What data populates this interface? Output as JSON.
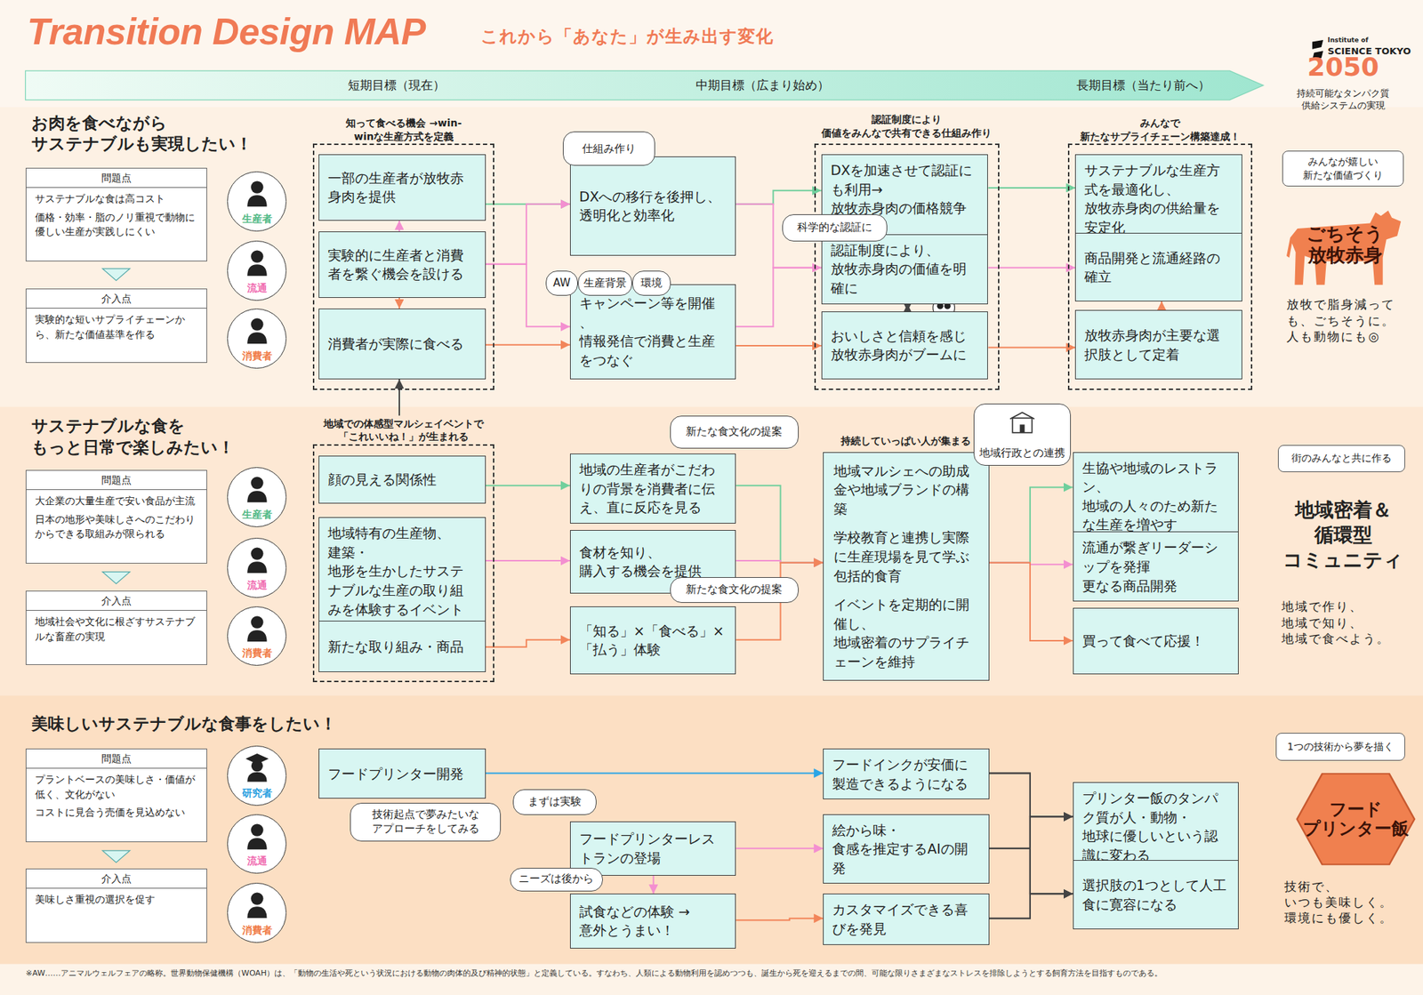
{
  "diagram": {
    "title": "Transition Design MAP",
    "caption": "※AW……アニマルウェルフェアの略称。世界動物保健機構（WOAH）は、「動物の生活や死という状況における動物の肉体的及び精神的状態」と定義している。すなわち、人類による動物利用を認めつつも、誕生から死を迎えるまでの間、可能な限りさまざまなストレスを排除しようとする飼育方法を目指すものである。",
    "nodes": [
      {
        "text": [
          "問題点",
          "サステナブルな食は高コスト",
          "価格・効率・脂のノリ重視で動物に優しい生産が実践しにくい"
        ]
      },
      {
        "text": [
          "介入点",
          "実験的な短いサプライチェーンから、新たな価値基準を作る"
        ]
      },
      {
        "text": [
          "生産者"
        ]
      },
      {
        "text": [
          "流通"
        ]
      },
      {
        "text": [
          "消費者"
        ]
      },
      {
        "text": [
          "知って食べる機会 →win-winな生産方式を定義"
        ]
      },
      {
        "text": [
          "一部の生産者が放牧赤身肉を提供"
        ],
        "in": 5
      },
      {
        "text": [
          "実験的に生産者と消費者を繋ぐ機会を設ける"
        ],
        "in": 5
      },
      {
        "text": [
          "消費者が実際に食べる"
        ],
        "in": 5
      },
      {
        "text": [
          "仕組み作り"
        ]
      },
      {
        "text": [
          "DXへの移行を後押し、透明化と効率化"
        ]
      },
      {
        "text": [
          "AW"
        ]
      },
      {
        "text": [
          "生産背景"
        ]
      },
      {
        "text": [
          "環境"
        ]
      },
      {
        "text": [
          "キャンペーン等を開催、情報発信で消費と生産をつなぐ"
        ]
      },
      {
        "text": [
          "認証制度により 価値をみんなで共有できる仕組み作り"
        ]
      },
      {
        "text": [
          "DXを加速させて認証にも利用→放牧赤身肉の価格競争力UP"
        ],
        "in": 15
      },
      {
        "text": [
          "認証制度により、放牧赤身肉の価値を明確に"
        ],
        "in": 15
      },
      {
        "text": [
          "おいしさと信頼を感じ放牧赤身肉がブームに"
        ],
        "in": 15
      },
      {
        "text": [
          "科学的な認証に"
        ]
      },
      {
        "text": [
          "みんなで 新たなサプライチェーン構築達成！"
        ]
      },
      {
        "text": [
          "サステナブルな生産方式を最適化し、放牧赤身肉の供給量を安定化"
        ],
        "in": 20
      },
      {
        "text": [
          "商品開発と流通経路の確立"
        ],
        "in": 20
      },
      {
        "text": [
          "放牧赤身肉が主要な選択肢として定着"
        ],
        "in": 20
      },
      {
        "text": [
          "みんなが嬉しい 新たな価値づくり"
        ]
      },
      {
        "text": [
          "ごちそう 放牧赤身"
        ]
      },
      {
        "text": [
          "問題点",
          "大企業の大量生産で安い食品が主流",
          "日本の地形や美味しさへのこだわりからできる取組みが限られる"
        ]
      },
      {
        "text": [
          "介入点",
          "地域社会や文化に根ざすサステナブルな畜産の実現"
        ]
      },
      {
        "text": [
          "生産者"
        ]
      },
      {
        "text": [
          "流通"
        ]
      },
      {
        "text": [
          "消費者"
        ]
      },
      {
        "text": [
          "地域での体感型マルシェイベントで 「これいいね！」が生まれる"
        ]
      },
      {
        "text": [
          "顔の見える関係性"
        ],
        "in": 31
      },
      {
        "text": [
          "地域特有の生産物、建築・地形を生かしたサステナブルな生産の取り組みを体験するイベント"
        ],
        "in": 31
      },
      {
        "text": [
          "新たな取り組み・商品"
        ],
        "in": 31
      },
      {
        "text": [
          "新たな食文化の提案"
        ]
      },
      {
        "text": [
          "地域の生産者がこだわりの背景を消費者に伝え、直に反応を見る"
        ]
      },
      {
        "text": [
          "食材を知り、購入する機会を提供"
        ]
      },
      {
        "text": [
          "新たな食文化の提案"
        ]
      },
      {
        "text": [
          "「知る」×「食べる」×「払う」体験"
        ]
      },
      {
        "text": [
          "持続していっぱい人が集まる",
          "地域マルシェへの助成金や地域ブランドの構築",
          "学校教育と連携し実際に生産現場を見て学ぶ包括的食育",
          "イベントを定期的に開催し、地域密着のサプライチェーンを維持"
        ]
      },
      {
        "text": [
          "地域行政との連携"
        ]
      },
      {
        "text": [
          "生協や地域のレストラン、地域の人々のため新たな生産を増やす"
        ]
      },
      {
        "text": [
          "流通が繋ぎリーダーシップを発揮 更なる商品開発"
        ]
      },
      {
        "text": [
          "買って食べて応援！"
        ]
      },
      {
        "text": [
          "街のみんなと共に作る"
        ]
      },
      {
        "text": [
          "問題点",
          "プラントベースの美味しさ・価値が低く、文化がない",
          "コストに見合う売価を見込めない"
        ]
      },
      {
        "text": [
          "介入点",
          "美味しさ重視の選択を促す"
        ]
      },
      {
        "text": [
          "研究者"
        ]
      },
      {
        "text": [
          "流通"
        ]
      },
      {
        "text": [
          "消費者"
        ]
      },
      {
        "text": [
          "フードプリンター開発"
        ]
      },
      {
        "text": [
          "技術起点で夢みたいな アプローチをしてみる"
        ]
      },
      {
        "text": [
          "まずは実験"
        ]
      },
      {
        "text": [
          "フードプリンターレストランの登場"
        ]
      },
      {
        "text": [
          "ニーズは後から"
        ]
      },
      {
        "text": [
          "試食などの体験 →意外とうまい！"
        ]
      },
      {
        "text": [
          "フードインクが安価に製造できるようになる"
        ]
      },
      {
        "text": [
          "絵から味・食感を推定するAIの開発"
        ]
      },
      {
        "text": [
          "カスタマイズできる喜びを発見"
        ]
      },
      {
        "text": [
          "プリンター飯のタンパク質が人・動物・地球に優しいという認識に変わる"
        ]
      },
      {
        "text": [
          "選択肢の1つとして人工食に寛容になる"
        ]
      },
      {
        "text": [
          "1つの技術から夢を描く"
        ]
      },
      {
        "text": [
          "フード プリンター飯"
        ]
      }
    ],
    "edges": [
      {
        "from": 7,
        "to": 6,
        "arrow": "to"
      },
      {
        "from": 7,
        "to": 8,
        "arrow": "to"
      },
      {
        "from": 6,
        "to": 10,
        "arrow": "to"
      },
      {
        "from": 7,
        "to": 10,
        "arrow": "to"
      },
      {
        "from": 7,
        "to": 14,
        "arrow": "to"
      },
      {
        "from": 8,
        "to": 14,
        "arrow": "to"
      },
      {
        "from": 10,
        "to": 16,
        "arrow": "to"
      },
      {
        "from": 10,
        "to": 17,
        "arrow": "to"
      },
      {
        "from": 14,
        "to": 17,
        "arrow": "to"
      },
      {
        "from": 14,
        "to": 18,
        "arrow": "to"
      },
      {
        "from": 16,
        "to": 17,
        "arrow": "both"
      },
      {
        "from": 17,
        "to": 18,
        "arrow": "both"
      },
      {
        "from": 16,
        "to": 21,
        "arrow": "to"
      },
      {
        "from": 17,
        "to": 22,
        "arrow": "to"
      },
      {
        "from": 18,
        "to": 23,
        "arrow": "to"
      },
      {
        "from": 23,
        "to": 22,
        "arrow": "to"
      },
      {
        "from": 31,
        "to": 8,
        "arrow": "to"
      },
      {
        "from": 32,
        "to": 36,
        "arrow": "to"
      },
      {
        "from": 33,
        "to": 37,
        "arrow": "to"
      },
      {
        "from": 34,
        "to": 39,
        "arrow": "to"
      },
      {
        "from": 36,
        "to": 40,
        "arrow": "to"
      },
      {
        "from": 37,
        "to": 40,
        "arrow": "to"
      },
      {
        "from": 39,
        "to": 40,
        "arrow": "to"
      },
      {
        "from": 40,
        "to": 42,
        "arrow": "to"
      },
      {
        "from": 40,
        "to": 43,
        "arrow": "to"
      },
      {
        "from": 40,
        "to": 44,
        "arrow": "to"
      },
      {
        "from": 51,
        "to": 57,
        "arrow": "to"
      },
      {
        "from": 54,
        "to": 58,
        "arrow": "to"
      },
      {
        "from": 54,
        "to": 56,
        "arrow": "to"
      },
      {
        "from": 56,
        "to": 59,
        "arrow": "to"
      },
      {
        "from": 57,
        "to": 60,
        "arrow": "to"
      },
      {
        "from": 57,
        "to": 61,
        "arrow": "to"
      },
      {
        "from": 58,
        "to": 60,
        "arrow": "to"
      },
      {
        "from": 58,
        "to": 61,
        "arrow": "to"
      },
      {
        "from": 59,
        "to": 60,
        "arrow": "to"
      },
      {
        "from": 59,
        "to": 61,
        "arrow": "to"
      }
    ],
    "labels": [
      "これから「あなた」が生み出す変化",
      "短期目標（現在）",
      "中期目標（広まり始め）",
      "長期目標（当たり前へ）",
      "2050",
      "持続可能なタンパク質 供給システムの実現",
      "Institute of",
      "SCIENCE TOKYO",
      "お肉を食べながら サステナブルも実現したい！",
      "放牧で脂身減っても、ごちそうに。人も動物にも◎",
      "サステナブルな食を もっと日常で楽しみたい！",
      "地域密着＆ 循環型 コミュニティ",
      "地域で作り、 地域で知り、 地域で食べよう。",
      "美味しいサステナブルな食事をしたい！",
      "技術で、 いつも美味しく。 環境にも優しく。"
    ]
  }
}
